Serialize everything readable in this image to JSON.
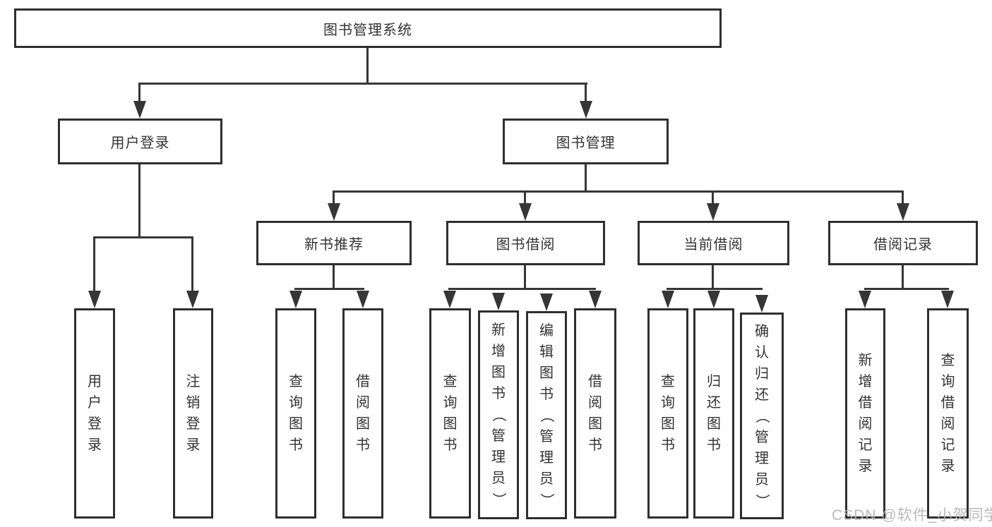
{
  "tree": {
    "root": "图书管理系统",
    "user_login": {
      "label": "用户登录",
      "children": [
        "用户登录",
        "注销登录"
      ]
    },
    "book_mgmt": {
      "label": "图书管理"
    },
    "new_book": {
      "label": "新书推荐",
      "children": [
        "查询图书",
        "借阅图书"
      ]
    },
    "book_borrow": {
      "label": "图书借阅",
      "children": [
        "查询图书",
        "新增图书（管理员）",
        "编辑图书（管理员）",
        "借阅图书"
      ]
    },
    "current_borrow": {
      "label": "当前借阅",
      "children": [
        "查询图书",
        "归还图书",
        "确认归还（管理员）"
      ]
    },
    "borrow_records": {
      "label": "借阅记录",
      "children": [
        "新增借阅记录",
        "查询借阅记录"
      ]
    }
  },
  "watermark": "CSDN @软件_小贺同学",
  "colors": {
    "line": "#363636",
    "border": "#2f2f2f",
    "text": "#333333",
    "background": "#ffffff",
    "watermark": "#b3b3b3"
  }
}
